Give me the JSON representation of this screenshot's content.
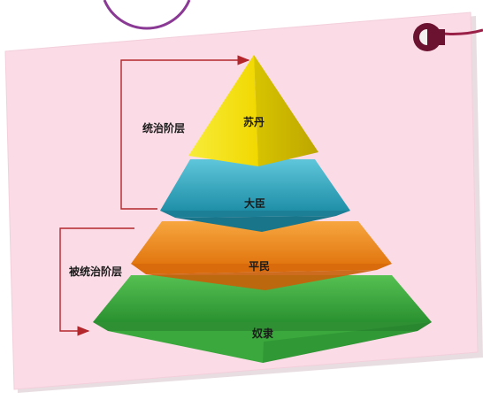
{
  "labels": {
    "ruling_class": "统治阶层",
    "ruled_class": "被统治阶层"
  },
  "tiers": [
    {
      "label": "苏丹"
    },
    {
      "label": "大臣"
    },
    {
      "label": "平民"
    },
    {
      "label": "奴隶"
    }
  ],
  "colors": {
    "card_background": "#fadbe6",
    "arrow": "#b3262c",
    "sultan": "#f2e200",
    "minister": "#2ba3bd",
    "commoner": "#f08a1c",
    "slave": "#3aa83c",
    "pin": "#6b1230"
  }
}
